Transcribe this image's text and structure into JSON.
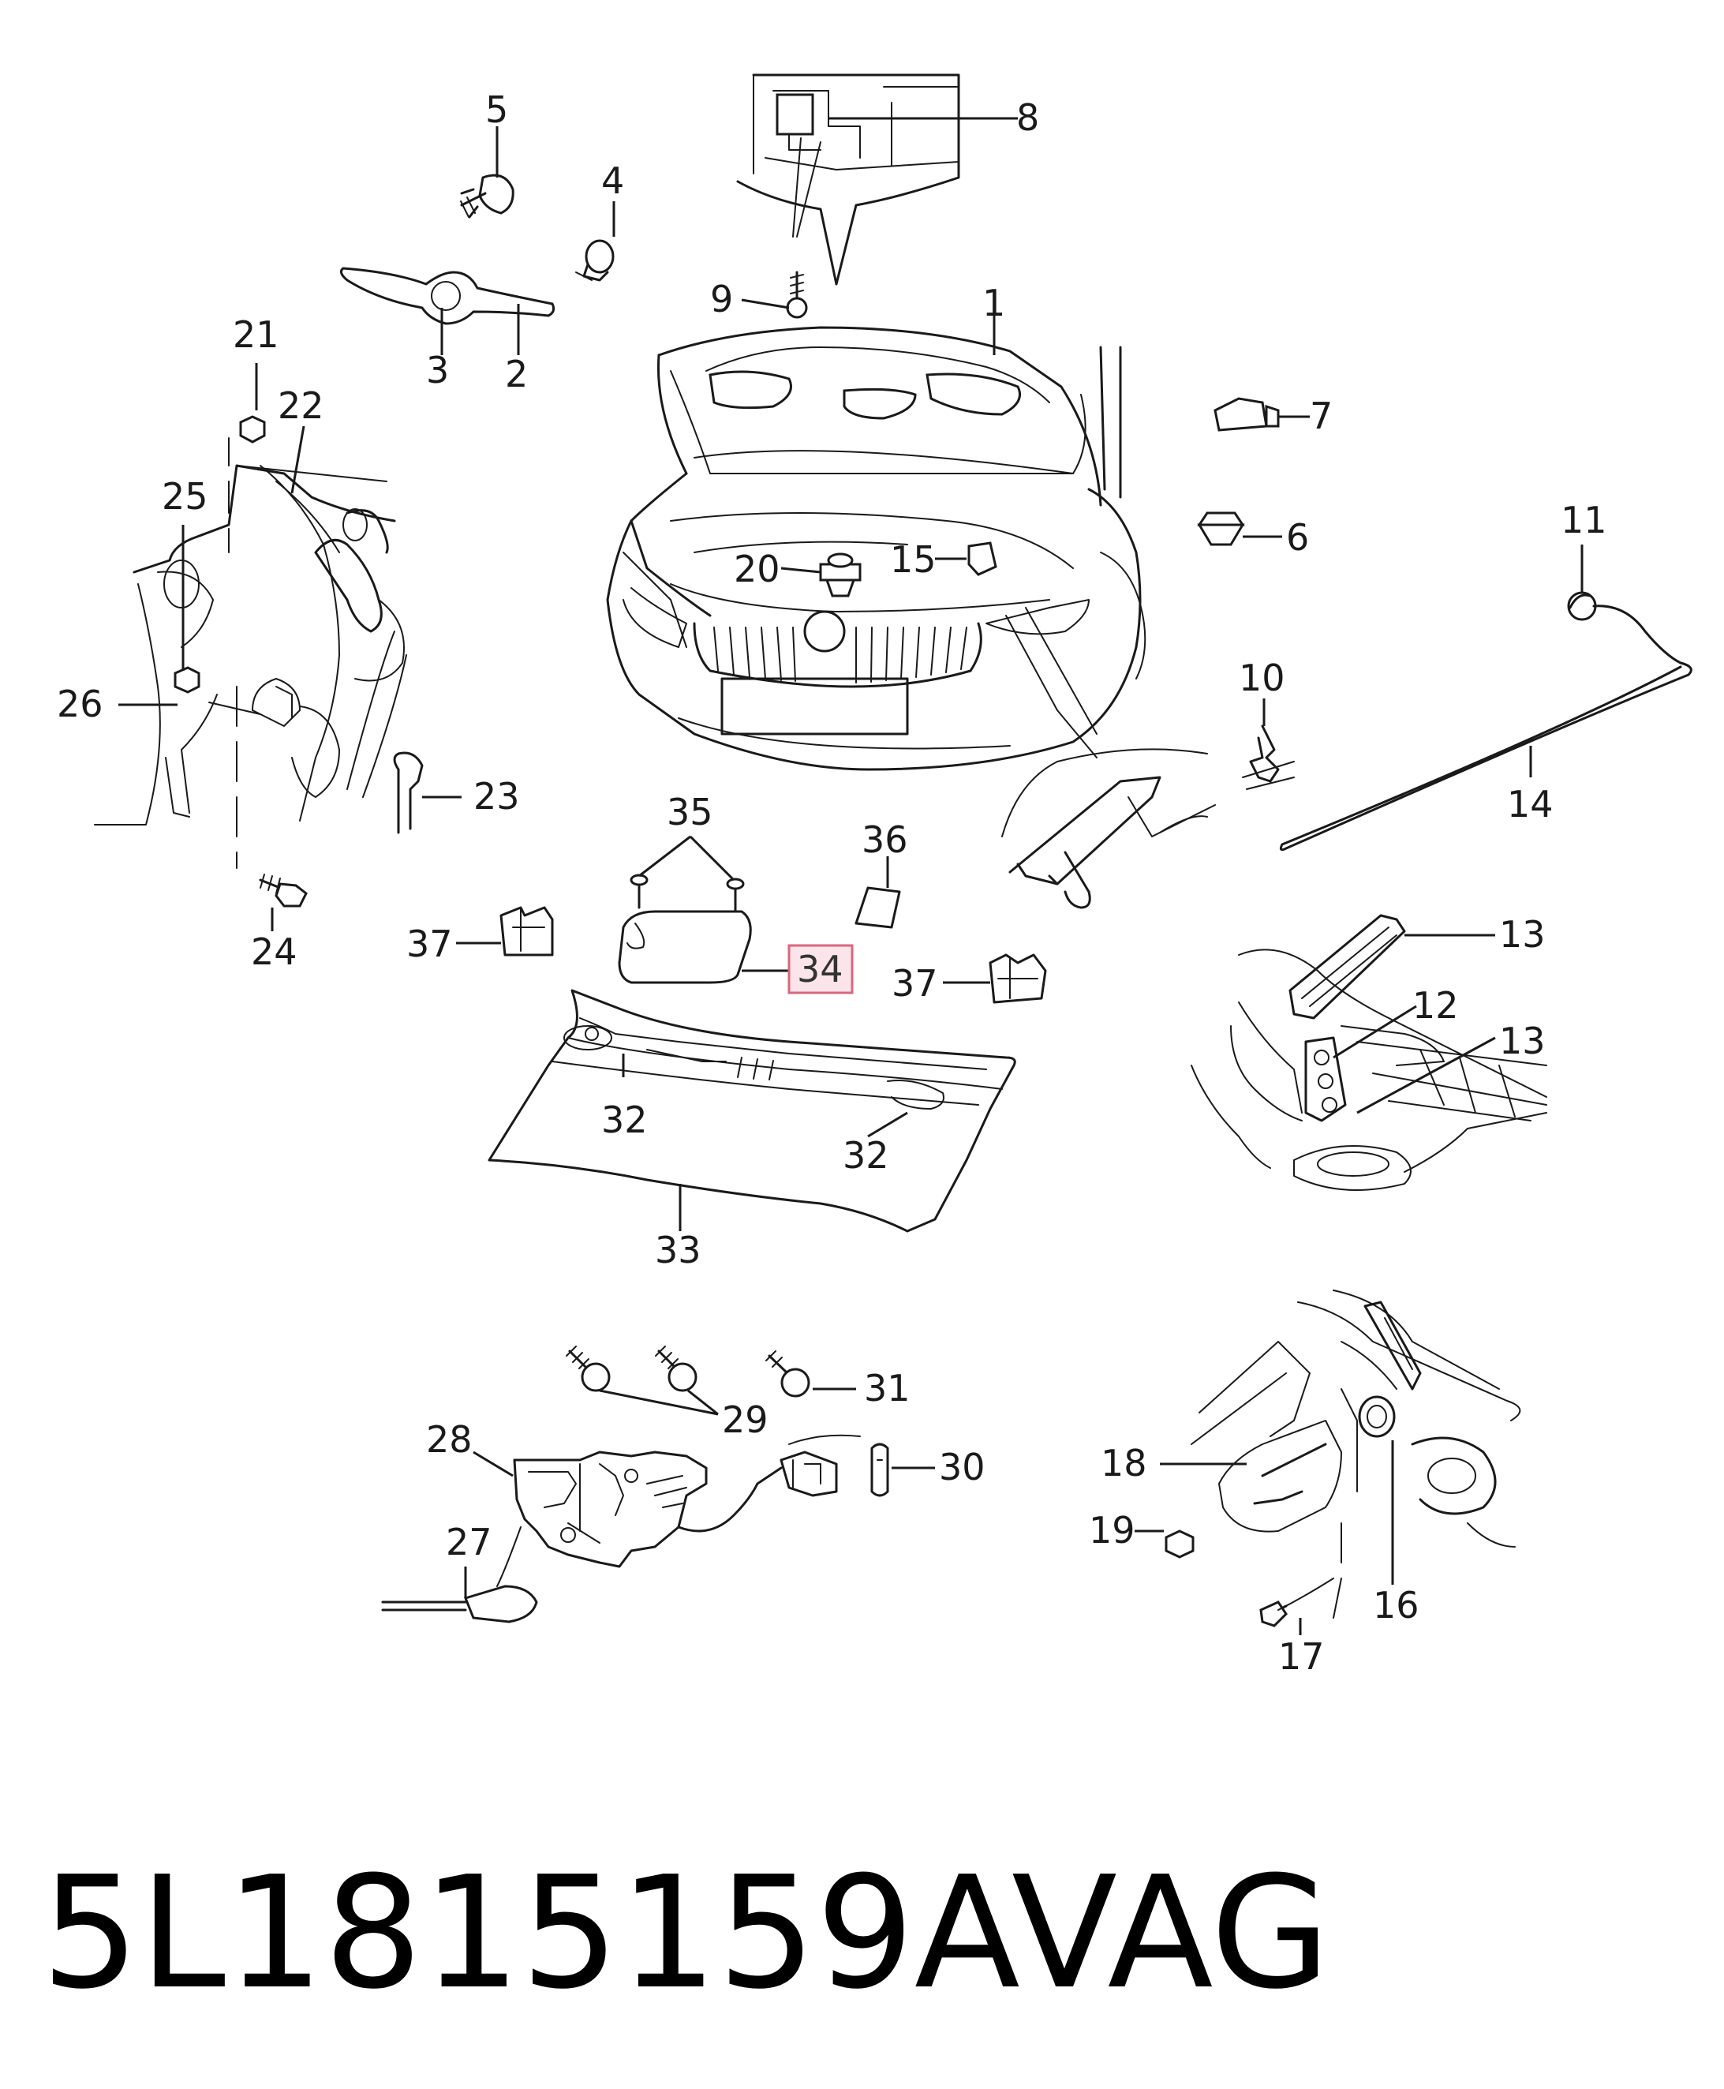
{
  "diagram": {
    "callouts": [
      "1",
      "2",
      "3",
      "4",
      "5",
      "6",
      "7",
      "8",
      "9",
      "10",
      "11",
      "12",
      "13",
      "13",
      "14",
      "15",
      "16",
      "17",
      "18",
      "19",
      "20",
      "21",
      "22",
      "23",
      "24",
      "25",
      "26",
      "27",
      "28",
      "29",
      "30",
      "31",
      "32",
      "32",
      "33",
      "34",
      "35",
      "36",
      "37",
      "37"
    ],
    "highlighted": "34",
    "colors": {
      "line": "#1a1a1a",
      "highlight_fill": "#fbe4ea",
      "highlight_stroke": "#d9667f"
    }
  },
  "footer": {
    "part_number": "5L1815159A",
    "brand": "VAG"
  }
}
